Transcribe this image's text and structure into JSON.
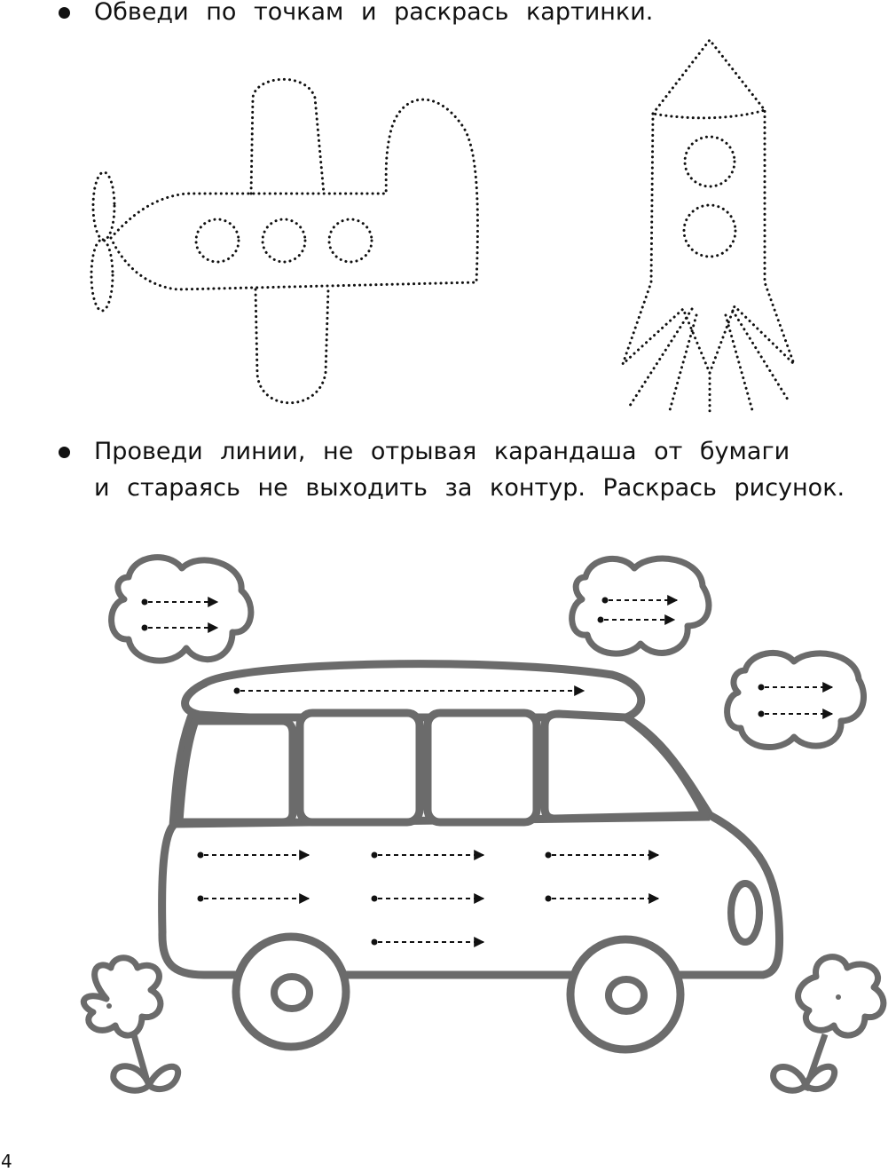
{
  "tasks": [
    {
      "lines": [
        "Обведи по точкам и раскрась картинки."
      ]
    },
    {
      "lines": [
        "Проведи линии, не отрывая карандаша от бумаги",
        "и стараясь не выходить за контур. Раскрась рисунок."
      ]
    }
  ],
  "page_number": "4",
  "colors": {
    "outline": "#6b6b6b",
    "dots": "#111111",
    "text": "#111111"
  },
  "pictures": {
    "dotted": [
      "airplane",
      "rocket"
    ],
    "coloring": [
      "bus",
      "cloud",
      "cloud",
      "cloud",
      "flower",
      "flower"
    ]
  }
}
